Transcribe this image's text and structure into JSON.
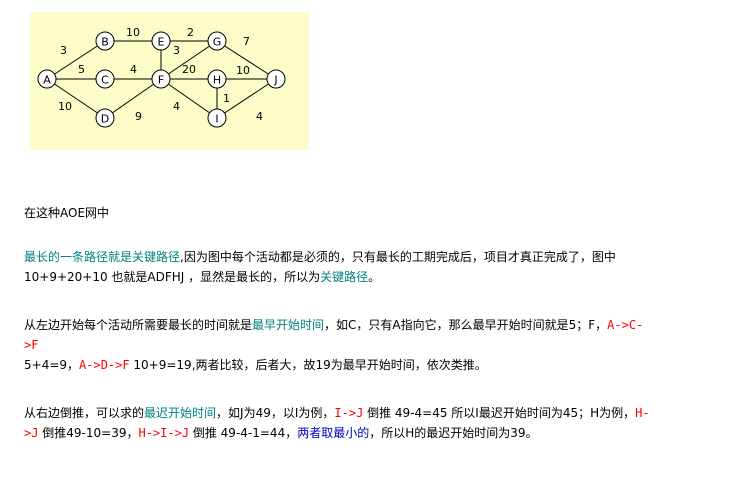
{
  "graph": {
    "nodes": {
      "A": {
        "label": "A"
      },
      "B": {
        "label": "B"
      },
      "C": {
        "label": "C"
      },
      "D": {
        "label": "D"
      },
      "E": {
        "label": "E"
      },
      "F": {
        "label": "F"
      },
      "G": {
        "label": "G"
      },
      "H": {
        "label": "H"
      },
      "I": {
        "label": "I"
      },
      "J": {
        "label": "J"
      }
    },
    "edges": [
      {
        "from": "A",
        "to": "B",
        "weight": "3"
      },
      {
        "from": "A",
        "to": "C",
        "weight": "5"
      },
      {
        "from": "A",
        "to": "D",
        "weight": "10"
      },
      {
        "from": "B",
        "to": "E",
        "weight": "10"
      },
      {
        "from": "C",
        "to": "F",
        "weight": "4"
      },
      {
        "from": "D",
        "to": "F",
        "weight": "9"
      },
      {
        "from": "E",
        "to": "G",
        "weight": "2"
      },
      {
        "from": "E",
        "to": "F",
        "weight": "3"
      },
      {
        "from": "F",
        "to": "G",
        "weight": ""
      },
      {
        "from": "F",
        "to": "H",
        "weight": "20"
      },
      {
        "from": "F",
        "to": "I",
        "weight": "4"
      },
      {
        "from": "G",
        "to": "J",
        "weight": "7"
      },
      {
        "from": "H",
        "to": "J",
        "weight": "10"
      },
      {
        "from": "H",
        "to": "I",
        "weight": "1"
      },
      {
        "from": "I",
        "to": "J",
        "weight": "4"
      }
    ]
  },
  "text": {
    "heading": "在这种AOE网中",
    "p1": {
      "term": "最长的一条路径就是关键路径",
      "a": ",因为图中每个活动都是必须的，只有最长的工期完成后，项目才真正完成了，图中",
      "b": "10+9+20+10 也就是ADFHJ  ，显然是最长的，所以为",
      "term2": "关键路径",
      "end": "。"
    },
    "p2": {
      "a": "从左边开始每个活动所需要最长的时间就是",
      "term": "最早开始时间",
      "b": "，如C，只有A指向它，那么最早开始时间就是5；F，",
      "path1a": "A->C-",
      "path1b": ">F",
      "c": "5+4=9，",
      "path2": "A->D->F",
      "d": " 10+9=19,两者比较，后者大，故19为最早开始时间，依次类推。"
    },
    "p3": {
      "a": "从右边倒推，可以求的",
      "term": "最迟开始时间",
      "b": "，如J为49，以I为例，",
      "path1": "I->J",
      "c": " 倒推 49-4=45 所以I最迟开始时间为45；H为例，",
      "path2a": "H-",
      "path2b": ">J",
      "d": " 倒推49-10=39，",
      "path3": "H->I->J",
      "e": " 倒推 49-4-1=44，",
      "term2": "两者取最小的",
      "f": "，所以H的最迟开始时间为39。"
    }
  },
  "colors": {
    "panel_bg": "#fcfcc8",
    "term": "#008080",
    "path": "#ff0000",
    "emphasis": "#0000c0"
  }
}
